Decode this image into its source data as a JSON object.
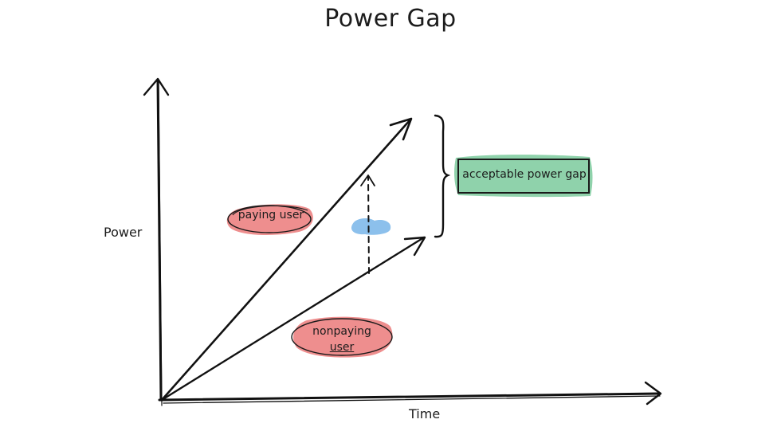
{
  "title": "Power Gap",
  "axes": {
    "y_label": "Power",
    "x_label": "Time"
  },
  "labels": {
    "paying_user": "paying user",
    "nonpaying_user_line1": "nonpaying",
    "nonpaying_user_line2": "user",
    "acceptable_power_gap": "acceptable power gap"
  },
  "colors": {
    "paying_user_highlight": "#ee8e8e",
    "nonpaying_user_highlight": "#ee8e8e",
    "power_gap_box": "#8fd2ab",
    "blue_marker": "#8cc0ec",
    "ink": "#111111"
  }
}
